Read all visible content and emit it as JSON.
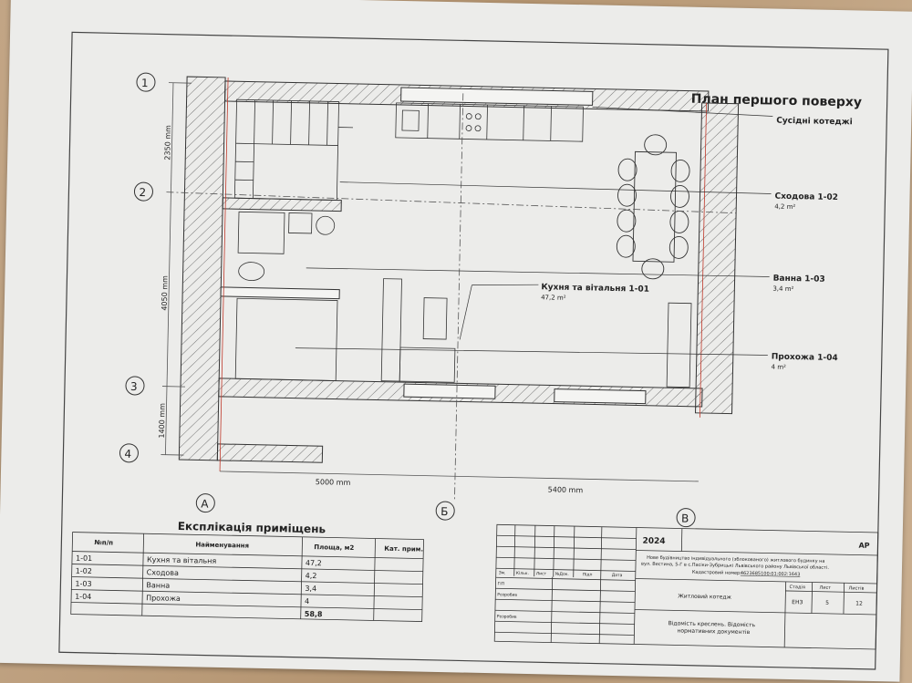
{
  "plan": {
    "title": "План першого поверху",
    "neighbors_label": "Сусідні котеджі",
    "rooms": [
      {
        "name": "Сходова 1-02",
        "area": "4,2 m²"
      },
      {
        "name": "Ванна 1-03",
        "area": "3,4 m²"
      },
      {
        "name": "Кухня та вітальня 1-01",
        "area": "47,2 m²"
      },
      {
        "name": "Прохожа 1-04",
        "area": "4 m²"
      }
    ],
    "axes_rows": [
      "1",
      "2",
      "3",
      "4"
    ],
    "axes_cols": [
      "А",
      "Б",
      "В"
    ],
    "dims_vertical": [
      "2350 mm",
      "4050 mm",
      "1400 mm"
    ],
    "dims_horizontal": [
      "5000 mm",
      "5400 mm"
    ],
    "colors": {
      "wall_line": "#333333",
      "axis_red": "#c0392b",
      "paper": "#ececea"
    }
  },
  "explication": {
    "title": "Експлікація приміщень",
    "headers": [
      "№п/п",
      "Найменування",
      "Площа, м2",
      "Кат. прим."
    ],
    "rows": [
      [
        "1-01",
        "Кухня та вітальня",
        "47,2",
        ""
      ],
      [
        "1-02",
        "Сходова",
        "4,2",
        ""
      ],
      [
        "1-03",
        "Ванна",
        "3,4",
        ""
      ],
      [
        "1-04",
        "Прохожа",
        "4",
        ""
      ]
    ],
    "total": "58,8"
  },
  "stamp": {
    "year": "2024",
    "code": "АР",
    "project_line1": "Нове будівництво індивідуального (зблокованого) житлового будинку на",
    "project_line2": "вул. Вестина, 5-Г в с.Пасіки-Зубрицькі Львівського району Львівської області.",
    "cadastral_label": "Кадастровий номер:",
    "cadastral_number": "4623685100:01:002:1643",
    "col_headers": [
      "Зм.",
      "Кільк.",
      "Лист",
      "№Док.",
      "Підп",
      "Дата"
    ],
    "roles": [
      "ГІП",
      "Розробив",
      "",
      "Розробив"
    ],
    "building": "Житловий котедж",
    "sheet_headers": [
      "Стадія",
      "Лист",
      "Листів"
    ],
    "sheet_values": [
      "ЕНЗ",
      "5",
      "12"
    ],
    "sheet_title1": "Відомість креслень. Відомість",
    "sheet_title2": "нормативних документів"
  }
}
